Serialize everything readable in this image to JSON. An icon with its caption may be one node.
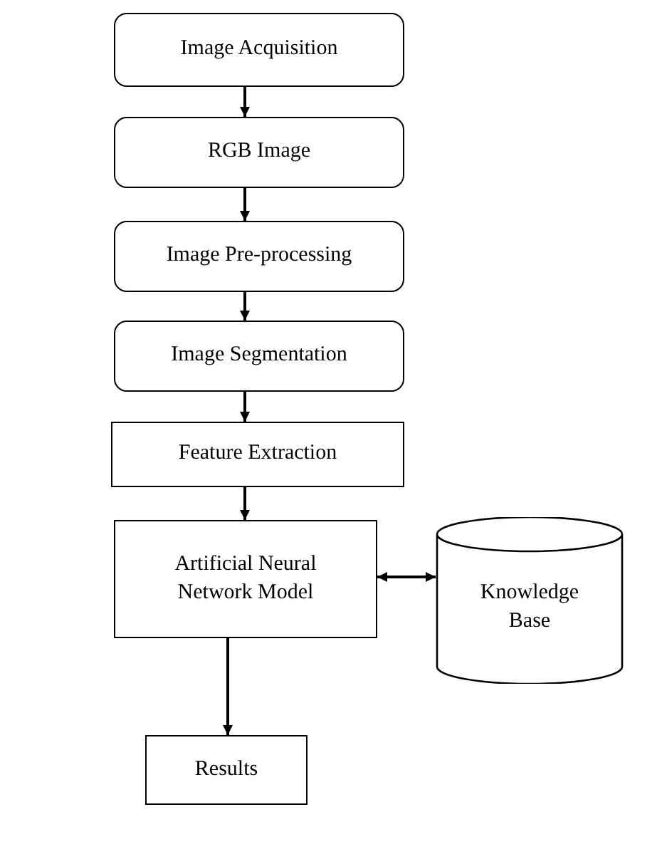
{
  "diagram": {
    "nodes": [
      {
        "text": [
          "Image Acquisition"
        ]
      },
      {
        "text": [
          "RGB Image"
        ]
      },
      {
        "text": [
          "Image Pre-processing"
        ]
      },
      {
        "text": [
          "Image Segmentation"
        ]
      },
      {
        "text": [
          "Feature Extraction"
        ]
      },
      {
        "text": [
          "Artificial Neural Network Model"
        ]
      },
      {
        "text": [
          "Knowledge Base"
        ]
      },
      {
        "text": [
          "Results"
        ]
      }
    ],
    "edges": [
      {
        "from": 0,
        "to": 1,
        "arrow": "to"
      },
      {
        "from": 1,
        "to": 2,
        "arrow": "to"
      },
      {
        "from": 2,
        "to": 3,
        "arrow": "to"
      },
      {
        "from": 3,
        "to": 4,
        "arrow": "to"
      },
      {
        "from": 4,
        "to": 5,
        "arrow": "to"
      },
      {
        "from": 5,
        "to": 6,
        "arrow": "both"
      },
      {
        "from": 5,
        "to": 7,
        "arrow": "to"
      }
    ]
  }
}
